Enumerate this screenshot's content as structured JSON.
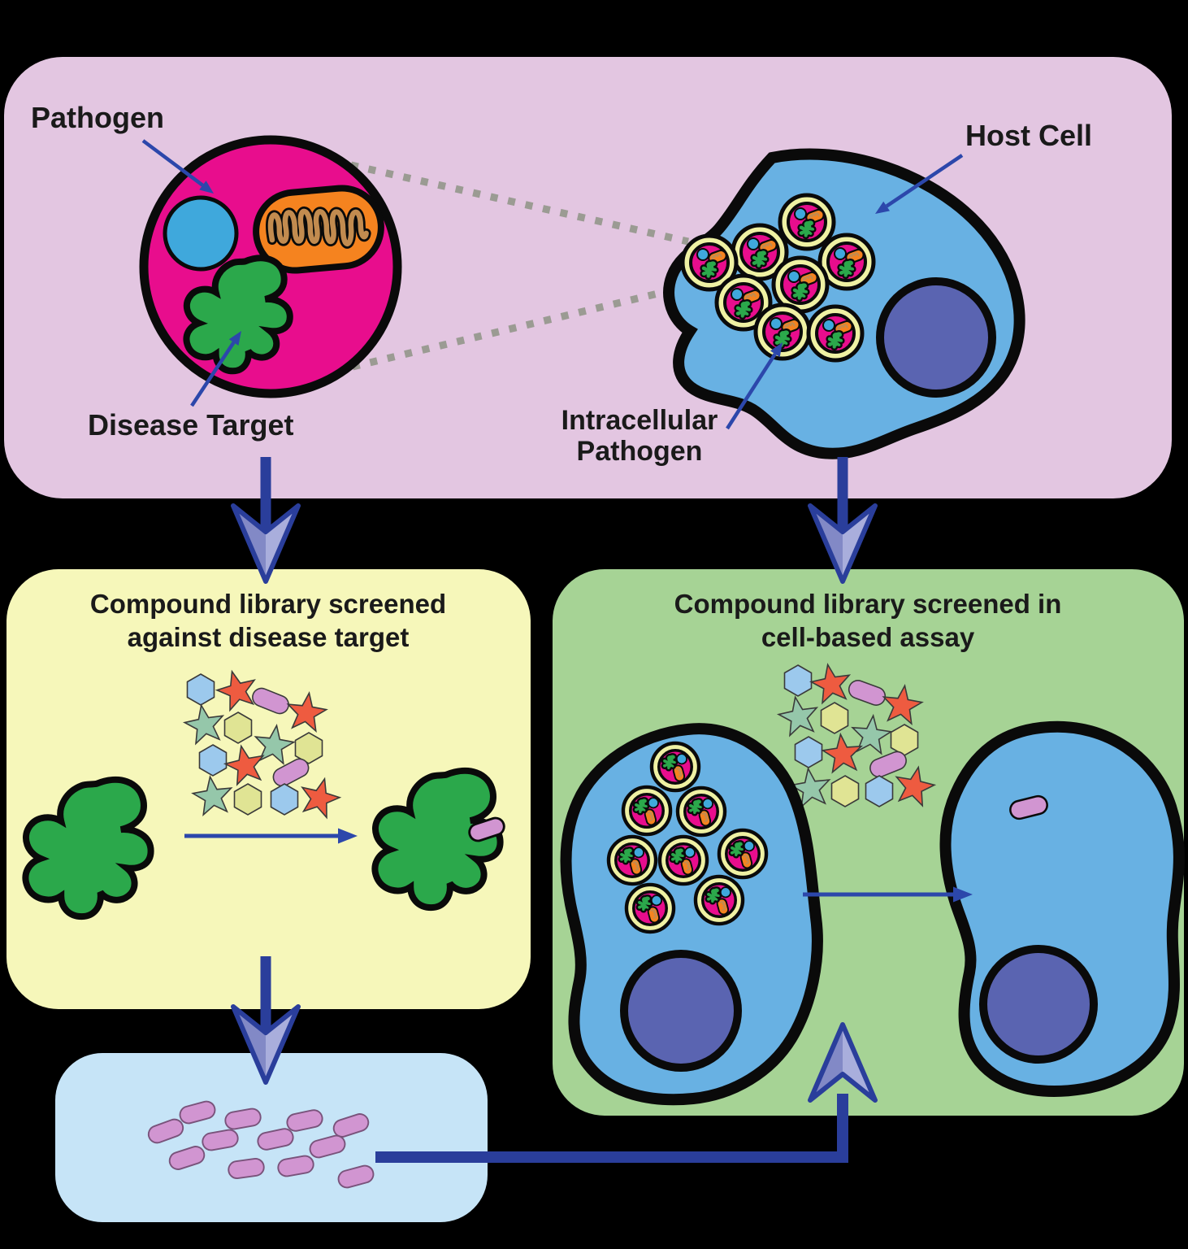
{
  "diagram": {
    "overview_panel": {
      "pathogen_label": "Pathogen",
      "disease_target_label": "Disease Target",
      "host_cell_label": "Host Cell",
      "intracellular_label_line1": "Intracellular",
      "intracellular_label_line2": "Pathogen"
    },
    "target_screen_panel": {
      "title_line1": "Compound library screened",
      "title_line2": "against disease target"
    },
    "cell_screen_panel": {
      "title_line1": "Compound library screened in",
      "title_line2": "cell-based assay"
    }
  },
  "glyphs": {
    "pathogen_cell": "magenta-circle",
    "nucleoid": "blue-circle",
    "mitochondrion": "orange-capsule-with-cristae",
    "disease_target_protein": "green-amoeba-blob",
    "host_cell": "blue-cell-blob",
    "host_nucleus": "purple-circle",
    "intracellular_pathogen": "yellow-vesicle-with-magenta-pathogen",
    "compound_hexagon": "hexagon",
    "compound_star": "five-point-star",
    "compound_pill": "rounded-capsule",
    "hit_compound": "pink-pill",
    "flow_arrow": "two-tone-dart-arrow",
    "zoom_link": "gray-dotted-lines"
  },
  "colors": {
    "bg": "#000000",
    "ink": "#0A0A0A",
    "text": "#1A1A1A",
    "panelPink": "#E3C6E1",
    "panelYellow": "#F6F7BA",
    "panelGreen": "#A6D395",
    "panelBlue": "#C6E4F7",
    "magenta": "#E80D8D",
    "dotBlue": "#3FA8DC",
    "orange": "#F5831F",
    "tan": "#C28B4F",
    "blobGreen": "#2BA84B",
    "cellBlue": "#68B1E3",
    "nucleus": "#5A64B1",
    "vesicleYellow": "#EFF1A3",
    "hexBlue": "#9CC9ED",
    "hexYellow": "#E0E494",
    "starRed": "#EE5B40",
    "starTeal": "#95C7AA",
    "pill": "#D195D1",
    "pillStroke": "#79537B",
    "arrowBlue": "#2A3E9B",
    "headLight": "#A9AEDC",
    "headDark": "#8289C6",
    "thinBlue": "#2C47AB",
    "dotGray": "#9B9B93"
  }
}
